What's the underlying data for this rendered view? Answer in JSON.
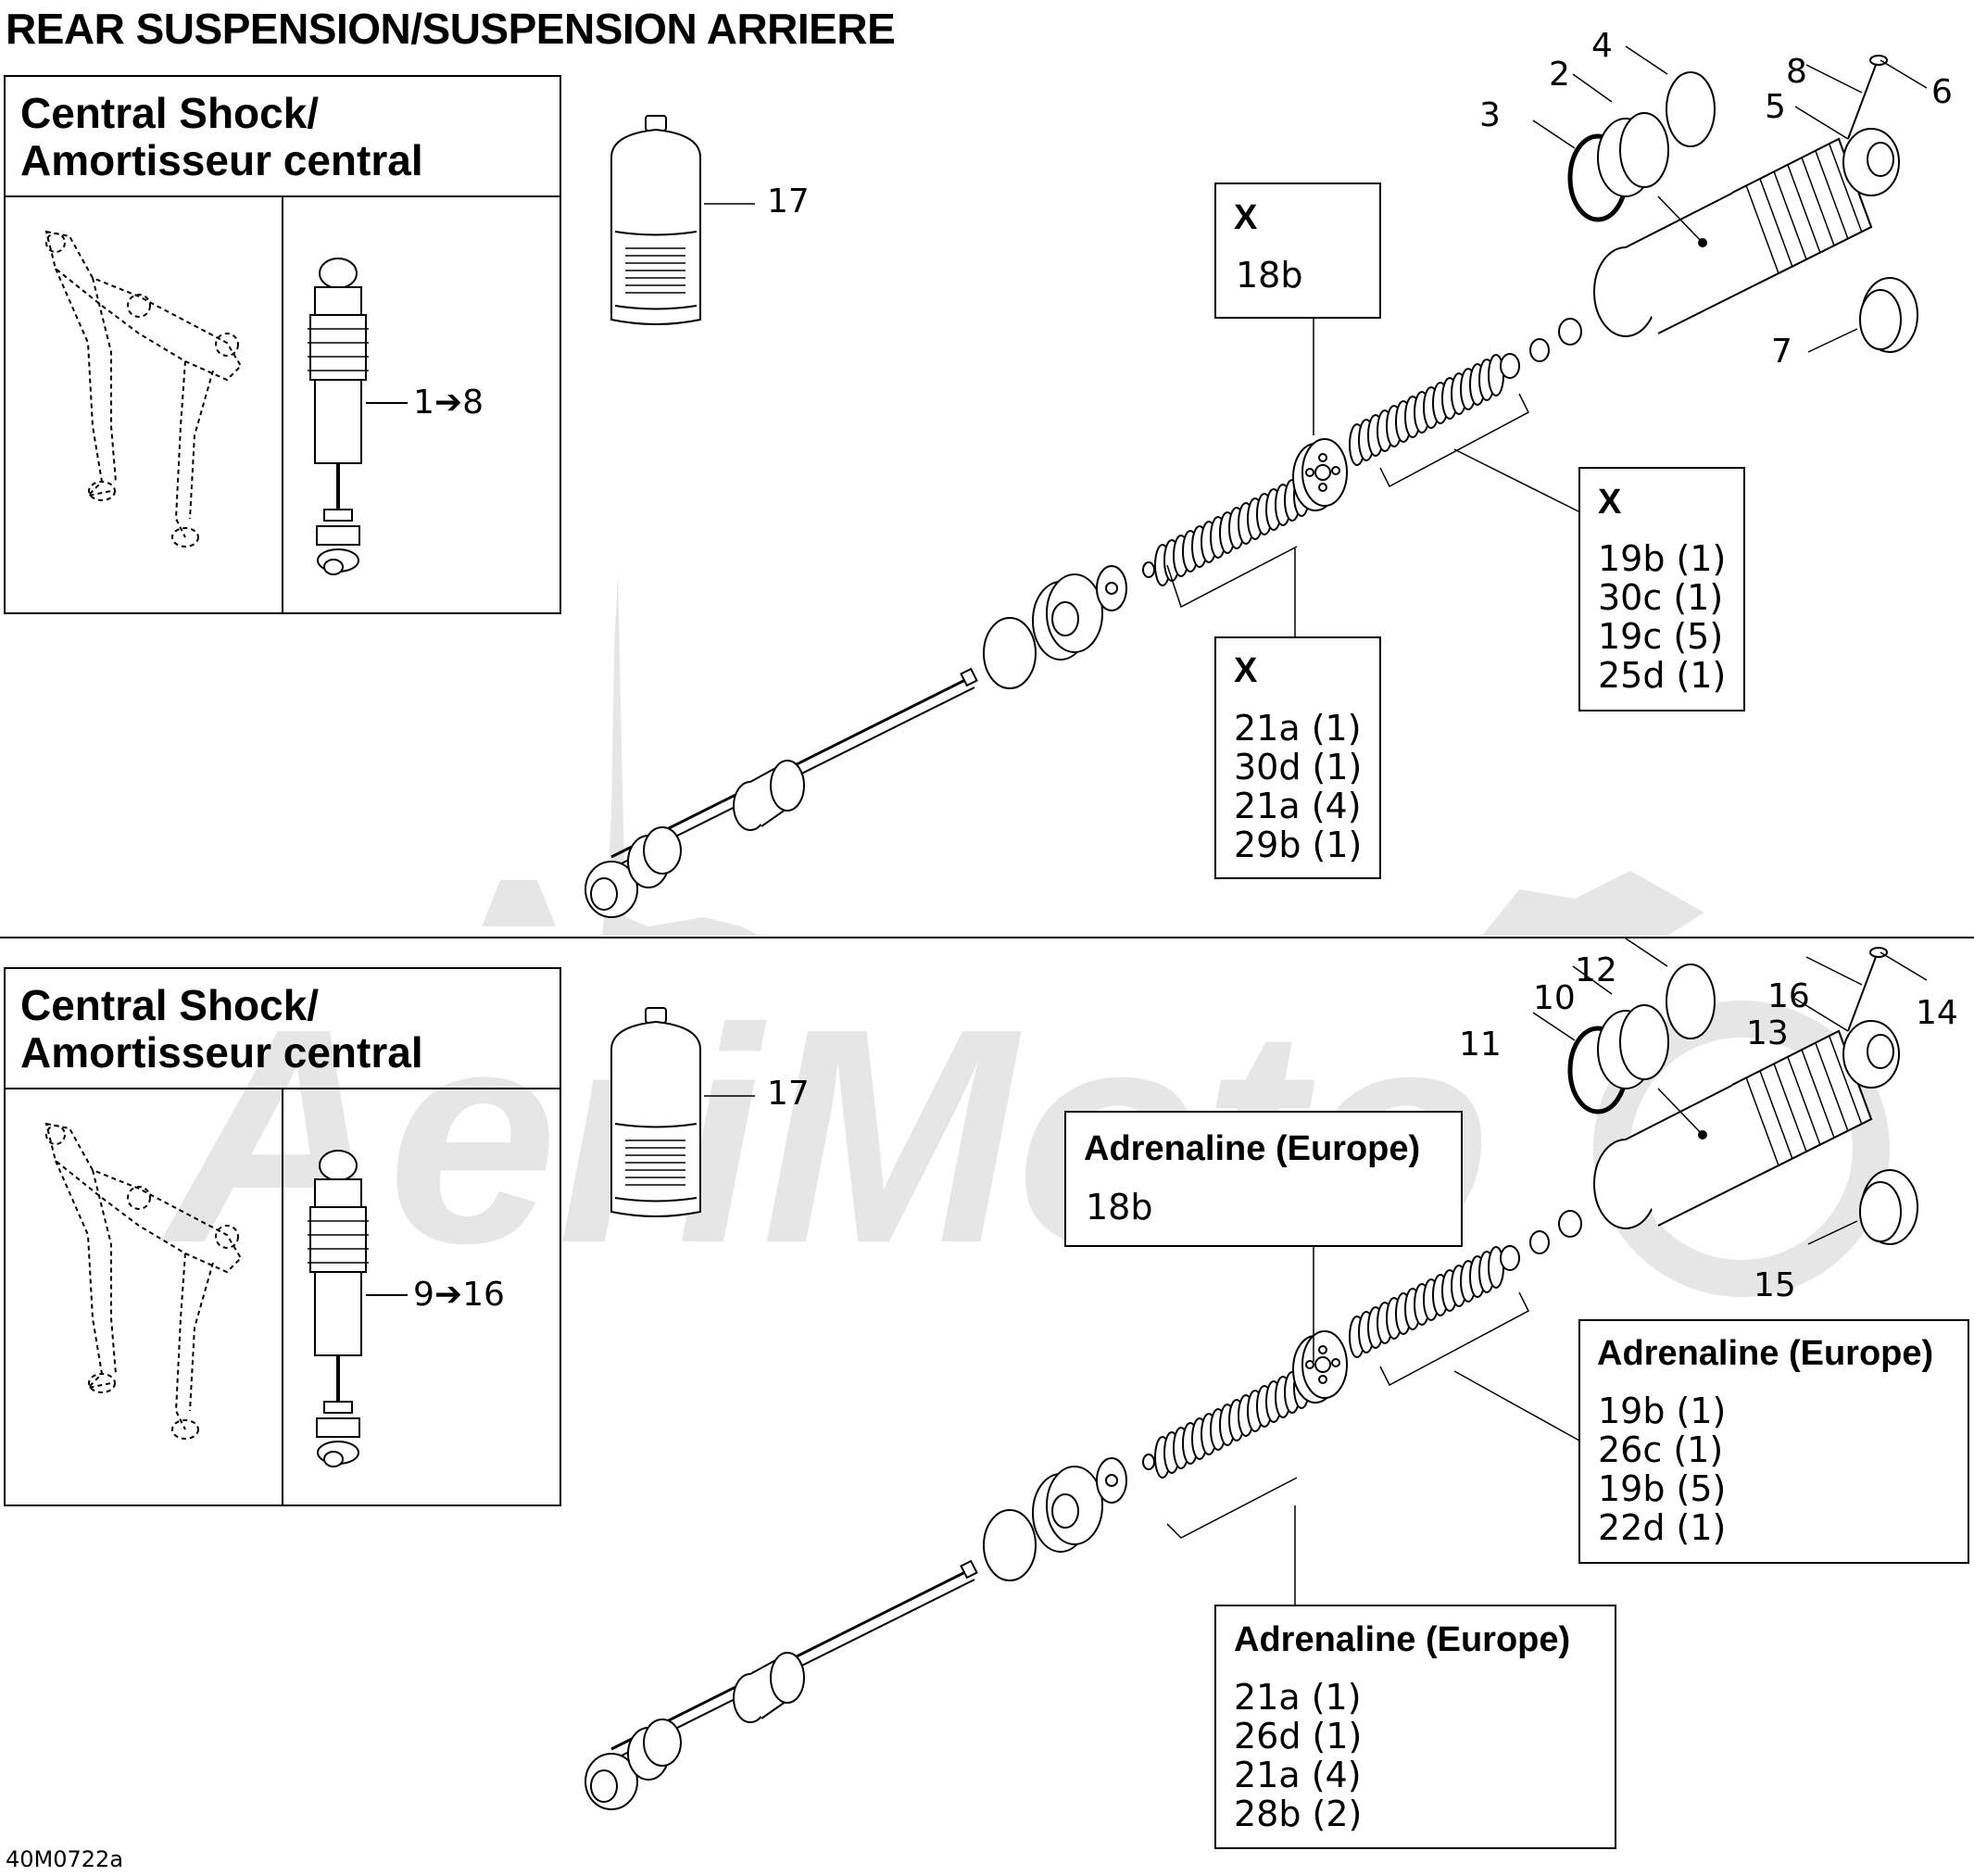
{
  "title": "REAR SUSPENSION/SUSPENSION ARRIERE",
  "figure_code": "40M0722a",
  "watermark_text": "AeriMoto",
  "upper": {
    "inset_heading": [
      "Central Shock/",
      "Amortisseur central"
    ],
    "inset_range": "1➔8",
    "bottle_label": "17",
    "callouts": [
      "2",
      "3",
      "4",
      "5",
      "6",
      "7",
      "8"
    ],
    "box_top": {
      "heading": "X",
      "lines": [
        "18b"
      ]
    },
    "box_right": {
      "heading": "X",
      "lines": [
        "19b (1)",
        "30c (1)",
        "19c (5)",
        "25d (1)"
      ]
    },
    "box_bottom": {
      "heading": "X",
      "lines": [
        "21a (1)",
        "30d (1)",
        "21a (4)",
        "29b (1)"
      ]
    }
  },
  "lower": {
    "inset_heading": [
      "Central Shock/",
      "Amortisseur central"
    ],
    "inset_range": "9➔16",
    "bottle_label": "17",
    "callouts": [
      "10",
      "11",
      "12",
      "13",
      "14",
      "15",
      "16"
    ],
    "box_top": {
      "heading": "Adrenaline (Europe)",
      "lines": [
        "18b"
      ]
    },
    "box_right": {
      "heading": "Adrenaline (Europe)",
      "lines": [
        "19b (1)",
        "26c (1)",
        "19b (5)",
        "22d (1)"
      ]
    },
    "box_bottom": {
      "heading": "Adrenaline (Europe)",
      "lines": [
        "21a (1)",
        "26d (1)",
        "21a (4)",
        "28b (2)"
      ]
    }
  }
}
